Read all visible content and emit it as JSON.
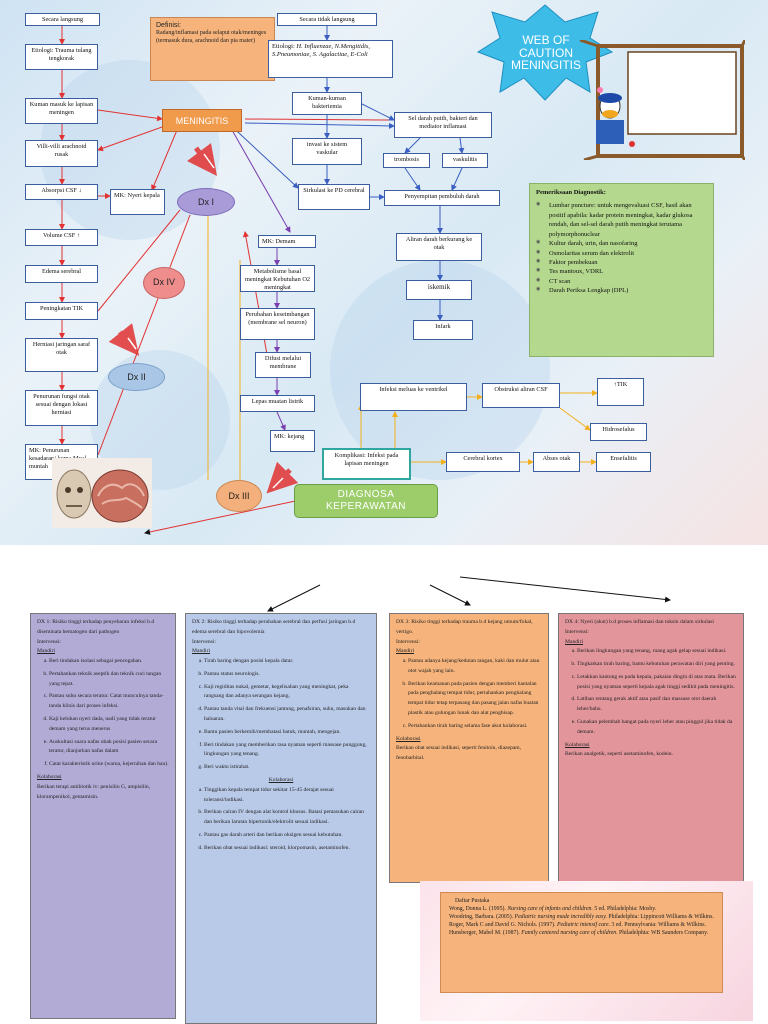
{
  "star": {
    "title": "WEB OF CAUTION MENINGITIS"
  },
  "definition": {
    "heading": "Definisi:",
    "text": "Radang/inflamasi pada selaput otak/meninges (termasuk dura, arachnoid dan pia mater)"
  },
  "meningitis_label": "MENINGITIS",
  "left_chain": {
    "direct": "Secara langsung",
    "etiologi": "Etiologi: Trauma tulang tengkorak",
    "kuman_masuk": "Kuman masuk ke lapisan meningen",
    "villi": "Villi-villi arachnoid rusak",
    "absorpsi": "Absorpsi CSF",
    "volume": "Volume CSF",
    "edema": "Edema serebral",
    "tik": "Peningkatan TIK",
    "herniasi": "Herniasi jaringan saraf otak",
    "penurunan_fungsi": "Penurunan fungsi otak sesuai dengan lokasi herniasi",
    "mk_penurunan": "MK: Penurunan kesadaran/ koma Mual, muntah"
  },
  "mk_nyeri": "MK: Nyeri kepala",
  "indirect_chain": {
    "indirect": "Secara tidak langsung",
    "etiologi_label": "Etiologi:",
    "etiologi_text": "H. Influenzae, N.Mengitidis, S.Pneumoniae, S. Agalactiae, E-Coli",
    "kuman_bakteriemia": "Kuman-kuman bakteriemia",
    "invasi": "invasi ke sistem vaskular",
    "sirkulasi": "Sirkulasi ke PD cerebral",
    "sel_darah": "Sel darah putih, bakteri dan mediator inflamasi",
    "trombosis": "trombosis",
    "vaskulitis": "vaskulitis",
    "penyempitan": "Penyempitan pembuluh darah",
    "aliran": "Aliran darah berkurang ke otak",
    "iskemik": "iskemik",
    "infark": "Infark"
  },
  "center_chain": {
    "mk_demam": "MK: Demam",
    "metabolisme": "Metabolisme basal meningkat Kebutuhan O2 meningkat",
    "perubahan": "Perubahan keseimbangan (membrane sel neuron)",
    "difusi": "Difusi melalui membrane",
    "lepas": "Lepas muatan listrik",
    "mk_kejang": "MK: kejang"
  },
  "right_chain": {
    "infeksi_ventrikel": "Infeksi meluas ke ventrikel",
    "obstruksi": "Obstruksi aliran CSF",
    "tik": "TIK",
    "hidrosefalus": "Hidrosefalus",
    "komplikasi": "Komplikasi: Infeksi pada lapisan meningen",
    "cerebral_kortex": "Cerebral kortex",
    "abses": "Abses otak",
    "ensefalitis": "Ensefalitis"
  },
  "dx": {
    "i": "Dx I",
    "ii": "Dx II",
    "iii": "Dx III",
    "iv": "Dx IV"
  },
  "diagnosa_title": {
    "line1": "DIAGNOSA",
    "line2": "KEPERAWATAN"
  },
  "pemeriksaan": {
    "heading": "Pemeriksaan Diagnostik:",
    "items": [
      "Lumbar puncture: untuk mengevaluasi CSF, hasil akan positif apabila: kadar protein meningkat, kadar glukosa rendah, dan sel-sel darah putih meningkat terutama polymorphonuclear",
      "Kultur darah, urin, dan nasofaring",
      "Osmolaritas serum dan elektrolit",
      "Faktor pembekuan",
      "Tes mantoux, VDRL",
      "CT scan",
      "Darah Periksa Lengkap (DPL)"
    ]
  },
  "cards": [
    {
      "title": "DX 1: Risiko tinggi terhadap penyebaran infeksi b.d diseminata hematogen dari pathogen",
      "intervensi": "Intervensi:",
      "mandiri": "Mandiri",
      "items": [
        "Beri tindakan isolasi sebagai pencegahan.",
        "Pertahankan teknik aseptik dan teknik cuci tangan yang tepat.",
        "Pantau suhu secara teratur. Catat munculnya tanda-tanda klinis dari proses infeksi.",
        "Kaji keluhan nyeri dada, nadi yang tidak teratur demam yang terus menerus",
        "Auskultasi suara nafas ubah posisi pasien secara teratur, dianjurkan nafas dalam",
        "Catat karakteristik urine (warna, kejernihan dan bau)."
      ],
      "kolaborasi": "Kolaborasi",
      "kolaborasi_text": "Berikan terapi antibiotik iv: penisilin G, ampisilin, klorampenikol, gentamisin."
    },
    {
      "title": "DX 2: Risiko tinggi terhadap perubahan serebral dan perfusi jaringan b.d edema serebral dan hipovolemia",
      "intervensi": "Intervensi:",
      "mandiri": "Mandiri",
      "items": [
        "Tirah baring dengan posisi kepala datar.",
        "Pantau status neurologis.",
        "Kaji regiditas nukal, gemetar, kegelisahan yang meningkat, peka rangsang dan adanya serangan kejang.",
        "Pantau tanda vital dan frekuensi jantung, penafsiran, suhu, masukan dan haluaran.",
        "Bantu pasien berkemih/membatasi batuk, muntah, mengejan.",
        "Beri tindakan yang memberikan rasa nyaman seperti massase punggung, lingkungan yang tenang.",
        "Beri waktu istirahat."
      ],
      "kolaborasi": "Kolaborasi",
      "kolab_items": [
        "Tinggikan kepala tempat tidur sekitar 15-45 derajat sesuai toleransi/indikasi.",
        "Berikan cairan IV dengan alat kontrol khusus. Batasi pemasukan cairan dan berikan larutan hipertonik/elektrolit sesuai indikasi.",
        "Pantau gas darah arteri dan berikan oksigen sesuai kebutuhan.",
        "Berikan obat sesuai indikasi: steroid, klorpomasin, asetaminofen."
      ]
    },
    {
      "title": "DX 3: Risiko tinggi terhadap trauma b.d kejang umum/fokal, vertigo.",
      "intervensi": "Intervensi:",
      "mandiri": "Mandiri",
      "items": [
        "Pantau adanya kejang/kedutan tangan, kaki dan mulut atau otot wajah yang lain.",
        "Berikan keamanan pada pasien dengan memberi bantalan pada penghalang tempat tidur, pertahankan penghalang tempat tidur tetap terpasang dan pasang jalan nafas buatan plastik atau gulungan lunak dan alat penghisap.",
        "Pertahankan tirah baring selama fase akut kolaborasi."
      ],
      "kolaborasi": "Kolaborasi",
      "kolaborasi_text": "Berikan obat sesuai indikasi, seperti fenitoin, diazepam, fenobarbital."
    },
    {
      "title": "DX 4: Nyeri (akut) b.d proses inflamasi dan toksin dalam sirkulasi",
      "intervensi": "Intervensi:",
      "mandiri": "Mandiri",
      "items": [
        "Berikan lingkungan yang tenang, ruang agak gelap sesuai indikasi.",
        "Tingkatkan tirah baring, bantu kebutuhan perawatan diri yang penting.",
        "Letakkan kantung es pada kepala, pakaian dingin di atas mata. Berikan posisi yang nyaman seperti kepala agak tinggi sedikit pada meningitis.",
        "Latihan rentang gerak aktif atau pasif dan massase otot daerah leher/bahu.",
        "Gunakan pelembab hangat pada nyeri leher atau pinggul jika tidak da demam."
      ],
      "kolaborasi": "Kolaborasi",
      "kolaborasi_text": "Berikan analgetik, seperti asetaminofen, kodein."
    }
  ],
  "references": {
    "heading": "Daftar Pustaka",
    "entries": [
      {
        "a": "Wong, Donna L. (1995).",
        "t": "Nursing care of infants and children.",
        "b": "5 ed. Philadelphia: Mosby."
      },
      {
        "a": "Woodring, Barbara. (2005).",
        "t": "Pediatric nursing made incredibly easy.",
        "b": "Philadelphia: Lippincott Williams & Wilkins."
      },
      {
        "a": "Roger, Mark C and David G. Nichols. (1997).",
        "t": "Pediatric intensif care.",
        "b": "3 ed. Pennsylvania: Williams & Wilkins."
      },
      {
        "a": "Hunsberger, Mabel M. (1987).",
        "t": "Family centered nursing care of children.",
        "b": "Philadelphia: WB Saunders Company."
      }
    ]
  },
  "colors": {
    "card1": "#b2abd6",
    "card2": "#b9c9e8",
    "card3": "#f6b47c",
    "card4": "#e2969c",
    "line_red": "#e23232",
    "line_blue": "#3a5ec2",
    "line_purple": "#7a3fb0",
    "line_yellow": "#f2b01c",
    "line_teal": "#2fa6a0"
  }
}
